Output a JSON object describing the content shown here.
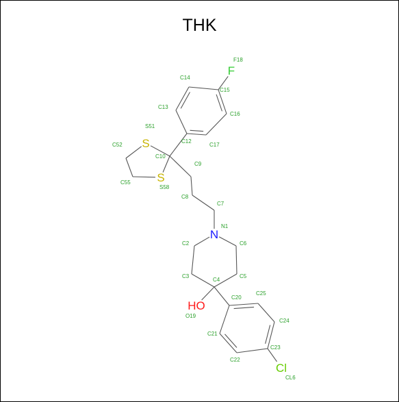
{
  "title": "THK",
  "colors": {
    "bond": "#555555",
    "carbon_label": "#2aa02a",
    "nitrogen": "#1a1aff",
    "oxygen": "#ff1a1a",
    "sulfur": "#c8b400",
    "fluorine": "#33cc33",
    "chlorine": "#66cc00"
  },
  "atoms": [
    {
      "id": "F18",
      "element": "F",
      "symbol": "F",
      "name": "F18"
    },
    {
      "id": "C15",
      "element": "C",
      "name": "C15"
    },
    {
      "id": "C14",
      "element": "C",
      "name": "C14"
    },
    {
      "id": "C16",
      "element": "C",
      "name": "C16"
    },
    {
      "id": "C13",
      "element": "C",
      "name": "C13"
    },
    {
      "id": "C17",
      "element": "C",
      "name": "C17"
    },
    {
      "id": "C12",
      "element": "C",
      "name": "C12"
    },
    {
      "id": "S51",
      "element": "S",
      "symbol": "S",
      "name": "S51"
    },
    {
      "id": "C52",
      "element": "C",
      "name": "C52"
    },
    {
      "id": "C10",
      "element": "C",
      "name": "C10"
    },
    {
      "id": "C55",
      "element": "C",
      "name": "C55"
    },
    {
      "id": "S58",
      "element": "S",
      "symbol": "S",
      "name": "S58"
    },
    {
      "id": "C9",
      "element": "C",
      "name": "C9"
    },
    {
      "id": "C8",
      "element": "C",
      "name": "C8"
    },
    {
      "id": "C7",
      "element": "C",
      "name": "C7"
    },
    {
      "id": "N1",
      "element": "N",
      "symbol": "N",
      "name": "N1"
    },
    {
      "id": "C2",
      "element": "C",
      "name": "C2"
    },
    {
      "id": "C6",
      "element": "C",
      "name": "C6"
    },
    {
      "id": "C3",
      "element": "C",
      "name": "C3"
    },
    {
      "id": "C5",
      "element": "C",
      "name": "C5"
    },
    {
      "id": "C4",
      "element": "C",
      "name": "C4"
    },
    {
      "id": "O19",
      "element": "O",
      "symbol": "HO",
      "name": "O19"
    },
    {
      "id": "C20",
      "element": "C",
      "name": "C20"
    },
    {
      "id": "C25",
      "element": "C",
      "name": "C25"
    },
    {
      "id": "C24",
      "element": "C",
      "name": "C24"
    },
    {
      "id": "C21",
      "element": "C",
      "name": "C21"
    },
    {
      "id": "C23",
      "element": "C",
      "name": "C23"
    },
    {
      "id": "C22",
      "element": "C",
      "name": "C22"
    },
    {
      "id": "CL6",
      "element": "Cl",
      "symbol": "Cl",
      "name": "CL6"
    }
  ],
  "bonds": [
    {
      "a": "C15",
      "b": "F18",
      "order": 1
    },
    {
      "a": "C14",
      "b": "C15",
      "order": 1
    },
    {
      "a": "C15",
      "b": "C16",
      "order": 2
    },
    {
      "a": "C13",
      "b": "C14",
      "order": 2
    },
    {
      "a": "C16",
      "b": "C17",
      "order": 1
    },
    {
      "a": "C13",
      "b": "C12",
      "order": 1
    },
    {
      "a": "C17",
      "b": "C12",
      "order": 2
    },
    {
      "a": "C12",
      "b": "C10",
      "order": 1
    },
    {
      "a": "S51",
      "b": "C10",
      "order": 1
    },
    {
      "a": "S51",
      "b": "C52",
      "order": 1
    },
    {
      "a": "C52",
      "b": "C55",
      "order": 1
    },
    {
      "a": "C55",
      "b": "S58",
      "order": 1
    },
    {
      "a": "S58",
      "b": "C10",
      "order": 1
    },
    {
      "a": "C10",
      "b": "C9",
      "order": 1
    },
    {
      "a": "C9",
      "b": "C8",
      "order": 1
    },
    {
      "a": "C8",
      "b": "C7",
      "order": 1
    },
    {
      "a": "C7",
      "b": "N1",
      "order": 1
    },
    {
      "a": "N1",
      "b": "C2",
      "order": 1
    },
    {
      "a": "N1",
      "b": "C6",
      "order": 1
    },
    {
      "a": "C2",
      "b": "C3",
      "order": 1
    },
    {
      "a": "C6",
      "b": "C5",
      "order": 1
    },
    {
      "a": "C3",
      "b": "C4",
      "order": 1
    },
    {
      "a": "C5",
      "b": "C4",
      "order": 1
    },
    {
      "a": "C4",
      "b": "O19",
      "order": 1
    },
    {
      "a": "C4",
      "b": "C20",
      "order": 1
    },
    {
      "a": "C20",
      "b": "C25",
      "order": 2
    },
    {
      "a": "C25",
      "b": "C24",
      "order": 1
    },
    {
      "a": "C24",
      "b": "C23",
      "order": 2
    },
    {
      "a": "C23",
      "b": "C22",
      "order": 1
    },
    {
      "a": "C22",
      "b": "C21",
      "order": 2
    },
    {
      "a": "C21",
      "b": "C20",
      "order": 1
    },
    {
      "a": "C23",
      "b": "CL6",
      "order": 1
    }
  ]
}
